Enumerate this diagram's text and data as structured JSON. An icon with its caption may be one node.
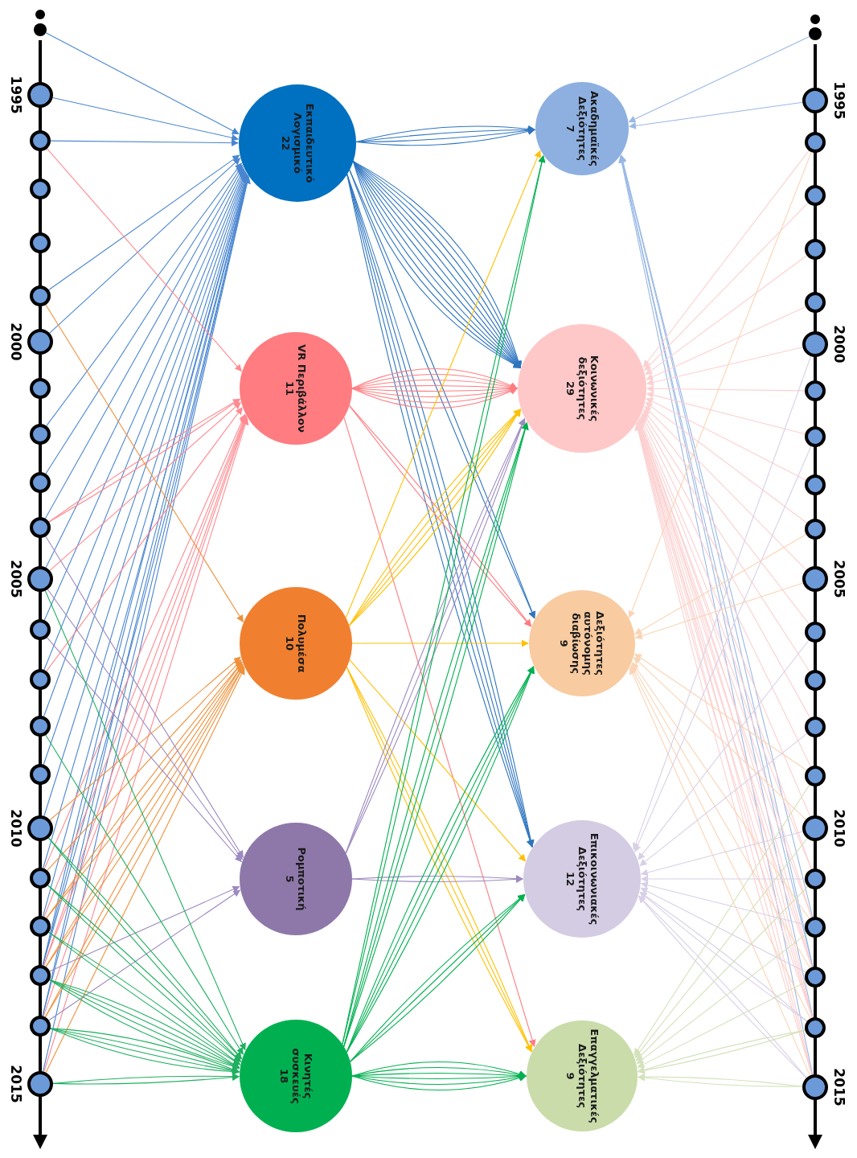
{
  "diagram": {
    "nodes": [
      {
        "text": [],
        "shape": "circle"
      },
      {
        "text": [],
        "shape": "circle",
        "beside": [
          "1995"
        ]
      },
      {
        "text": [],
        "shape": "circle"
      },
      {
        "text": [],
        "shape": "circle"
      },
      {
        "text": [],
        "shape": "circle"
      },
      {
        "text": [],
        "shape": "circle"
      },
      {
        "text": [],
        "shape": "circle",
        "beside": [
          "2000"
        ]
      },
      {
        "text": [],
        "shape": "circle"
      },
      {
        "text": [],
        "shape": "circle"
      },
      {
        "text": [],
        "shape": "circle"
      },
      {
        "text": [],
        "shape": "circle"
      },
      {
        "text": [],
        "shape": "circle",
        "beside": [
          "2005"
        ]
      },
      {
        "text": [],
        "shape": "circle"
      },
      {
        "text": [],
        "shape": "circle"
      },
      {
        "text": [],
        "shape": "circle"
      },
      {
        "text": [],
        "shape": "circle"
      },
      {
        "text": [],
        "shape": "circle",
        "beside": [
          "2010"
        ]
      },
      {
        "text": [],
        "shape": "circle"
      },
      {
        "text": [],
        "shape": "circle"
      },
      {
        "text": [],
        "shape": "circle"
      },
      {
        "text": [],
        "shape": "circle"
      },
      {
        "text": [],
        "shape": "circle",
        "beside": [
          "2015"
        ]
      },
      {
        "text": [],
        "shape": "circle"
      },
      {
        "text": [],
        "shape": "circle",
        "beside": [
          "1995"
        ]
      },
      {
        "text": [],
        "shape": "circle"
      },
      {
        "text": [],
        "shape": "circle"
      },
      {
        "text": [],
        "shape": "circle"
      },
      {
        "text": [],
        "shape": "circle"
      },
      {
        "text": [],
        "shape": "circle",
        "beside": [
          "2000"
        ]
      },
      {
        "text": [],
        "shape": "circle"
      },
      {
        "text": [],
        "shape": "circle"
      },
      {
        "text": [],
        "shape": "circle"
      },
      {
        "text": [],
        "shape": "circle"
      },
      {
        "text": [],
        "shape": "circle",
        "beside": [
          "2005"
        ]
      },
      {
        "text": [],
        "shape": "circle"
      },
      {
        "text": [],
        "shape": "circle"
      },
      {
        "text": [],
        "shape": "circle"
      },
      {
        "text": [],
        "shape": "circle"
      },
      {
        "text": [],
        "shape": "circle",
        "beside": [
          "2010"
        ]
      },
      {
        "text": [],
        "shape": "circle"
      },
      {
        "text": [],
        "shape": "circle"
      },
      {
        "text": [],
        "shape": "circle"
      },
      {
        "text": [],
        "shape": "circle"
      },
      {
        "text": [],
        "shape": "circle",
        "beside": [
          "2015"
        ]
      },
      {
        "text": [
          "Εκπαιδευτικό Λογισμικό",
          "22"
        ]
      },
      {
        "text": [
          "VR Περιβάλλον",
          "11"
        ]
      },
      {
        "text": [
          "Πολυμέσα",
          "10"
        ]
      },
      {
        "text": [
          "Ρομποτική",
          "5"
        ]
      },
      {
        "text": [
          "Κινητές συσκευές",
          "18"
        ]
      },
      {
        "text": [
          "Ακαδημαϊκές Δεξιότητες",
          "7"
        ]
      },
      {
        "text": [
          "Κοινωνικές δεξιότητες",
          "29"
        ]
      },
      {
        "text": [
          "Δεξιότητες αυτόνομης διαβίωσης",
          "9"
        ]
      },
      {
        "text": [
          "Επικοινωνιακές Δεξιότητες",
          "12"
        ]
      },
      {
        "text": [
          "Επαγγελματικές Δεξιότητες",
          "9"
        ]
      }
    ],
    "edges": [
      {
        "from": 0,
        "to": 44,
        "arrow": "to",
        "color": "#4a86d0"
      },
      {
        "from": 1,
        "to": 44,
        "arrow": "to",
        "color": "#4a86d0"
      },
      {
        "from": 2,
        "to": 44,
        "arrow": "to",
        "color": "#4a86d0"
      },
      {
        "from": 5,
        "to": 44,
        "arrow": "to",
        "color": "#4a86d0"
      },
      {
        "from": 6,
        "to": 44,
        "arrow": "to",
        "color": "#4a86d0"
      },
      {
        "from": 8,
        "to": 44,
        "arrow": "to",
        "color": "#4a86d0"
      },
      {
        "from": 9,
        "to": 44,
        "arrow": "to",
        "color": "#4a86d0"
      },
      {
        "from": 10,
        "to": 44,
        "arrow": "to",
        "color": "#4a86d0"
      },
      {
        "from": 11,
        "to": 44,
        "arrow": "to",
        "color": "#4a86d0"
      },
      {
        "from": 12,
        "to": 44,
        "arrow": "to",
        "color": "#4a86d0"
      },
      {
        "from": 13,
        "to": 44,
        "arrow": "to",
        "color": "#4a86d0"
      },
      {
        "from": 14,
        "to": 44,
        "arrow": "to",
        "color": "#4a86d0"
      },
      {
        "from": 15,
        "to": 44,
        "arrow": "to",
        "color": "#4a86d0"
      },
      {
        "from": 16,
        "to": 44,
        "arrow": "to",
        "color": "#4a86d0"
      },
      {
        "from": 17,
        "to": 44,
        "arrow": "to",
        "color": "#4a86d0"
      },
      {
        "from": 18,
        "to": 44,
        "arrow": "to",
        "color": "#4a86d0"
      },
      {
        "from": 19,
        "to": 44,
        "arrow": "to",
        "color": "#4a86d0"
      },
      {
        "from": 19,
        "to": 44,
        "arrow": "to",
        "color": "#4a86d0"
      },
      {
        "from": 19,
        "to": 44,
        "arrow": "to",
        "color": "#4a86d0"
      },
      {
        "from": 20,
        "to": 44,
        "arrow": "to",
        "color": "#4a86d0"
      },
      {
        "from": 20,
        "to": 44,
        "arrow": "to",
        "color": "#4a86d0"
      },
      {
        "from": 21,
        "to": 44,
        "arrow": "to",
        "color": "#4a86d0"
      },
      {
        "from": 2,
        "to": 45,
        "arrow": "to",
        "color": "#ff8a90"
      },
      {
        "from": 10,
        "to": 45,
        "arrow": "to",
        "color": "#ff8a90"
      },
      {
        "from": 10,
        "to": 45,
        "arrow": "to",
        "color": "#ff8a90"
      },
      {
        "from": 11,
        "to": 45,
        "arrow": "to",
        "color": "#ff8a90"
      },
      {
        "from": 13,
        "to": 45,
        "arrow": "to",
        "color": "#ff8a90"
      },
      {
        "from": 17,
        "to": 45,
        "arrow": "to",
        "color": "#ff8a90"
      },
      {
        "from": 18,
        "to": 45,
        "arrow": "to",
        "color": "#ff8a90"
      },
      {
        "from": 19,
        "to": 45,
        "arrow": "to",
        "color": "#ff8a90"
      },
      {
        "from": 19,
        "to": 45,
        "arrow": "to",
        "color": "#ff8a90"
      },
      {
        "from": 20,
        "to": 45,
        "arrow": "to",
        "color": "#ff8a90"
      },
      {
        "from": 21,
        "to": 45,
        "arrow": "to",
        "color": "#ff8a90"
      },
      {
        "from": 5,
        "to": 46,
        "arrow": "to",
        "color": "#f0903a"
      },
      {
        "from": 16,
        "to": 46,
        "arrow": "to",
        "color": "#f0903a"
      },
      {
        "from": 17,
        "to": 46,
        "arrow": "to",
        "color": "#f0903a"
      },
      {
        "from": 18,
        "to": 46,
        "arrow": "to",
        "color": "#f0903a"
      },
      {
        "from": 18,
        "to": 46,
        "arrow": "to",
        "color": "#f0903a"
      },
      {
        "from": 19,
        "to": 46,
        "arrow": "to",
        "color": "#f0903a"
      },
      {
        "from": 19,
        "to": 46,
        "arrow": "to",
        "color": "#f0903a"
      },
      {
        "from": 20,
        "to": 46,
        "arrow": "to",
        "color": "#f0903a"
      },
      {
        "from": 20,
        "to": 46,
        "arrow": "to",
        "color": "#f0903a"
      },
      {
        "from": 21,
        "to": 46,
        "arrow": "to",
        "color": "#f0903a"
      },
      {
        "from": 10,
        "to": 47,
        "arrow": "to",
        "color": "#9d8ac0"
      },
      {
        "from": 11,
        "to": 47,
        "arrow": "to",
        "color": "#9d8ac0"
      },
      {
        "from": 12,
        "to": 47,
        "arrow": "to",
        "color": "#9d8ac0"
      },
      {
        "from": 19,
        "to": 47,
        "arrow": "to",
        "color": "#9d8ac0"
      },
      {
        "from": 20,
        "to": 47,
        "arrow": "to",
        "color": "#9d8ac0"
      },
      {
        "from": 11,
        "to": 48,
        "arrow": "to",
        "color": "#1fb060"
      },
      {
        "from": 14,
        "to": 48,
        "arrow": "to",
        "color": "#1fb060"
      },
      {
        "from": 16,
        "to": 48,
        "arrow": "to",
        "color": "#1fb060"
      },
      {
        "from": 16,
        "to": 48,
        "arrow": "to",
        "color": "#1fb060"
      },
      {
        "from": 17,
        "to": 48,
        "arrow": "to",
        "color": "#1fb060"
      },
      {
        "from": 17,
        "to": 48,
        "arrow": "to",
        "color": "#1fb060"
      },
      {
        "from": 18,
        "to": 48,
        "arrow": "to",
        "color": "#1fb060"
      },
      {
        "from": 18,
        "to": 48,
        "arrow": "to",
        "color": "#1fb060"
      },
      {
        "from": 19,
        "to": 48,
        "arrow": "to",
        "color": "#1fb060"
      },
      {
        "from": 19,
        "to": 48,
        "arrow": "to",
        "color": "#1fb060"
      },
      {
        "from": 19,
        "to": 48,
        "arrow": "to",
        "color": "#1fb060"
      },
      {
        "from": 19,
        "to": 48,
        "arrow": "to",
        "color": "#1fb060"
      },
      {
        "from": 20,
        "to": 48,
        "arrow": "to",
        "color": "#1fb060"
      },
      {
        "from": 20,
        "to": 48,
        "arrow": "to",
        "color": "#1fb060"
      },
      {
        "from": 20,
        "to": 48,
        "arrow": "to",
        "color": "#1fb060"
      },
      {
        "from": 20,
        "to": 48,
        "arrow": "to",
        "color": "#1fb060"
      },
      {
        "from": 21,
        "to": 48,
        "arrow": "to",
        "color": "#1fb060"
      },
      {
        "from": 21,
        "to": 48,
        "arrow": "to",
        "color": "#1fb060"
      },
      {
        "from": 44,
        "to": 49,
        "arrow": "to",
        "color": "#2e75c0"
      },
      {
        "from": 44,
        "to": 49,
        "arrow": "to",
        "color": "#2e75c0"
      },
      {
        "from": 44,
        "to": 49,
        "arrow": "to",
        "color": "#2e75c0"
      },
      {
        "from": 44,
        "to": 49,
        "arrow": "to",
        "color": "#2e75c0"
      },
      {
        "from": 44,
        "to": 50,
        "arrow": "to",
        "color": "#2e75c0"
      },
      {
        "from": 44,
        "to": 50,
        "arrow": "to",
        "color": "#2e75c0"
      },
      {
        "from": 44,
        "to": 50,
        "arrow": "to",
        "color": "#2e75c0"
      },
      {
        "from": 44,
        "to": 50,
        "arrow": "to",
        "color": "#2e75c0"
      },
      {
        "from": 44,
        "to": 50,
        "arrow": "to",
        "color": "#2e75c0"
      },
      {
        "from": 44,
        "to": 50,
        "arrow": "to",
        "color": "#2e75c0"
      },
      {
        "from": 44,
        "to": 50,
        "arrow": "to",
        "color": "#2e75c0"
      },
      {
        "from": 44,
        "to": 50,
        "arrow": "to",
        "color": "#2e75c0"
      },
      {
        "from": 44,
        "to": 50,
        "arrow": "to",
        "color": "#2e75c0"
      },
      {
        "from": 44,
        "to": 50,
        "arrow": "to",
        "color": "#2e75c0"
      },
      {
        "from": 44,
        "to": 50,
        "arrow": "to",
        "color": "#2e75c0"
      },
      {
        "from": 44,
        "to": 51,
        "arrow": "to",
        "color": "#2e75c0"
      },
      {
        "from": 44,
        "to": 51,
        "arrow": "to",
        "color": "#2e75c0"
      },
      {
        "from": 44,
        "to": 52,
        "arrow": "to",
        "color": "#2e75c0"
      },
      {
        "from": 44,
        "to": 52,
        "arrow": "to",
        "color": "#2e75c0"
      },
      {
        "from": 44,
        "to": 52,
        "arrow": "to",
        "color": "#2e75c0"
      },
      {
        "from": 44,
        "to": 52,
        "arrow": "to",
        "color": "#2e75c0"
      },
      {
        "from": 44,
        "to": 52,
        "arrow": "to",
        "color": "#2e75c0"
      },
      {
        "from": 45,
        "to": 50,
        "arrow": "to",
        "color": "#ff7c80"
      },
      {
        "from": 45,
        "to": 50,
        "arrow": "to",
        "color": "#ff7c80"
      },
      {
        "from": 45,
        "to": 50,
        "arrow": "to",
        "color": "#ff7c80"
      },
      {
        "from": 45,
        "to": 50,
        "arrow": "to",
        "color": "#ff7c80"
      },
      {
        "from": 45,
        "to": 50,
        "arrow": "to",
        "color": "#ff7c80"
      },
      {
        "from": 45,
        "to": 50,
        "arrow": "to",
        "color": "#ff7c80"
      },
      {
        "from": 45,
        "to": 50,
        "arrow": "to",
        "color": "#ff7c80"
      },
      {
        "from": 45,
        "to": 50,
        "arrow": "to",
        "color": "#ff7c80"
      },
      {
        "from": 45,
        "to": 51,
        "arrow": "to",
        "color": "#ff7c80"
      },
      {
        "from": 45,
        "to": 51,
        "arrow": "to",
        "color": "#ff7c80"
      },
      {
        "from": 45,
        "to": 53,
        "arrow": "to",
        "color": "#ff7c80"
      },
      {
        "from": 46,
        "to": 49,
        "arrow": "to",
        "color": "#ffc000"
      },
      {
        "from": 46,
        "to": 50,
        "arrow": "to",
        "color": "#ffc000"
      },
      {
        "from": 46,
        "to": 50,
        "arrow": "to",
        "color": "#ffc000"
      },
      {
        "from": 46,
        "to": 50,
        "arrow": "to",
        "color": "#ffc000"
      },
      {
        "from": 46,
        "to": 50,
        "arrow": "to",
        "color": "#ffc000"
      },
      {
        "from": 46,
        "to": 51,
        "arrow": "to",
        "color": "#ffc000"
      },
      {
        "from": 46,
        "to": 52,
        "arrow": "to",
        "color": "#ffc000"
      },
      {
        "from": 46,
        "to": 53,
        "arrow": "to",
        "color": "#ffc000"
      },
      {
        "from": 46,
        "to": 53,
        "arrow": "to",
        "color": "#ffc000"
      },
      {
        "from": 46,
        "to": 53,
        "arrow": "to",
        "color": "#ffc000"
      },
      {
        "from": 47,
        "to": 50,
        "arrow": "to",
        "color": "#9d8ac0"
      },
      {
        "from": 47,
        "to": 50,
        "arrow": "to",
        "color": "#9d8ac0"
      },
      {
        "from": 47,
        "to": 50,
        "arrow": "to",
        "color": "#9d8ac0"
      },
      {
        "from": 47,
        "to": 52,
        "arrow": "to",
        "color": "#9d8ac0"
      },
      {
        "from": 47,
        "to": 52,
        "arrow": "to",
        "color": "#9d8ac0"
      },
      {
        "from": 48,
        "to": 49,
        "arrow": "to",
        "color": "#00b050"
      },
      {
        "from": 48,
        "to": 49,
        "arrow": "to",
        "color": "#00b050"
      },
      {
        "from": 48,
        "to": 50,
        "arrow": "to",
        "color": "#00b050"
      },
      {
        "from": 48,
        "to": 50,
        "arrow": "to",
        "color": "#00b050"
      },
      {
        "from": 48,
        "to": 50,
        "arrow": "to",
        "color": "#00b050"
      },
      {
        "from": 48,
        "to": 51,
        "arrow": "to",
        "color": "#00b050"
      },
      {
        "from": 48,
        "to": 51,
        "arrow": "to",
        "color": "#00b050"
      },
      {
        "from": 48,
        "to": 51,
        "arrow": "to",
        "color": "#00b050"
      },
      {
        "from": 48,
        "to": 51,
        "arrow": "to",
        "color": "#00b050"
      },
      {
        "from": 48,
        "to": 52,
        "arrow": "to",
        "color": "#00b050"
      },
      {
        "from": 48,
        "to": 52,
        "arrow": "to",
        "color": "#00b050"
      },
      {
        "from": 48,
        "to": 52,
        "arrow": "to",
        "color": "#00b050"
      },
      {
        "from": 48,
        "to": 53,
        "arrow": "to",
        "color": "#00b050"
      },
      {
        "from": 48,
        "to": 53,
        "arrow": "to",
        "color": "#00b050"
      },
      {
        "from": 48,
        "to": 53,
        "arrow": "to",
        "color": "#00b050"
      },
      {
        "from": 48,
        "to": 53,
        "arrow": "to",
        "color": "#00b050"
      },
      {
        "from": 48,
        "to": 53,
        "arrow": "to",
        "color": "#00b050"
      },
      {
        "from": 48,
        "to": 53,
        "arrow": "to",
        "color": "#00b050"
      },
      {
        "from": 22,
        "to": 49,
        "arrow": "to",
        "color": "#9ab8e4"
      },
      {
        "from": 23,
        "to": 49,
        "arrow": "to",
        "color": "#9ab8e4"
      },
      {
        "from": 40,
        "to": 49,
        "arrow": "to",
        "color": "#9ab8e4"
      },
      {
        "from": 41,
        "to": 49,
        "arrow": "to",
        "color": "#9ab8e4"
      },
      {
        "from": 41,
        "to": 49,
        "arrow": "to",
        "color": "#9ab8e4"
      },
      {
        "from": 42,
        "to": 49,
        "arrow": "to",
        "color": "#9ab8e4"
      },
      {
        "from": 43,
        "to": 49,
        "arrow": "to",
        "color": "#9ab8e4"
      },
      {
        "from": 24,
        "to": 50,
        "arrow": "to",
        "color": "#fcd0d0"
      },
      {
        "from": 25,
        "to": 50,
        "arrow": "to",
        "color": "#fcd0d0"
      },
      {
        "from": 26,
        "to": 50,
        "arrow": "to",
        "color": "#fcd0d0"
      },
      {
        "from": 27,
        "to": 50,
        "arrow": "to",
        "color": "#fcd0d0"
      },
      {
        "from": 28,
        "to": 50,
        "arrow": "to",
        "color": "#fcd0d0"
      },
      {
        "from": 29,
        "to": 50,
        "arrow": "to",
        "color": "#fcd0d0"
      },
      {
        "from": 30,
        "to": 50,
        "arrow": "to",
        "color": "#fcd0d0"
      },
      {
        "from": 31,
        "to": 50,
        "arrow": "to",
        "color": "#fcd0d0"
      },
      {
        "from": 32,
        "to": 50,
        "arrow": "to",
        "color": "#fcd0d0"
      },
      {
        "from": 33,
        "to": 50,
        "arrow": "to",
        "color": "#fcd0d0"
      },
      {
        "from": 34,
        "to": 50,
        "arrow": "to",
        "color": "#fcd0d0"
      },
      {
        "from": 35,
        "to": 50,
        "arrow": "to",
        "color": "#fcd0d0"
      },
      {
        "from": 36,
        "to": 50,
        "arrow": "to",
        "color": "#fcd0d0"
      },
      {
        "from": 37,
        "to": 50,
        "arrow": "to",
        "color": "#fcd0d0"
      },
      {
        "from": 38,
        "to": 50,
        "arrow": "to",
        "color": "#fcd0d0"
      },
      {
        "from": 39,
        "to": 50,
        "arrow": "to",
        "color": "#fcd0d0"
      },
      {
        "from": 39,
        "to": 50,
        "arrow": "to",
        "color": "#fcd0d0"
      },
      {
        "from": 40,
        "to": 50,
        "arrow": "to",
        "color": "#fcd0d0"
      },
      {
        "from": 40,
        "to": 50,
        "arrow": "to",
        "color": "#fcd0d0"
      },
      {
        "from": 41,
        "to": 50,
        "arrow": "to",
        "color": "#fcd0d0"
      },
      {
        "from": 41,
        "to": 50,
        "arrow": "to",
        "color": "#fcd0d0"
      },
      {
        "from": 41,
        "to": 50,
        "arrow": "to",
        "color": "#fcd0d0"
      },
      {
        "from": 42,
        "to": 50,
        "arrow": "to",
        "color": "#fcd0d0"
      },
      {
        "from": 42,
        "to": 50,
        "arrow": "to",
        "color": "#fcd0d0"
      },
      {
        "from": 42,
        "to": 50,
        "arrow": "to",
        "color": "#fcd0d0"
      },
      {
        "from": 42,
        "to": 50,
        "arrow": "to",
        "color": "#fcd0d0"
      },
      {
        "from": 43,
        "to": 50,
        "arrow": "to",
        "color": "#fcd0d0"
      },
      {
        "from": 43,
        "to": 50,
        "arrow": "to",
        "color": "#fcd0d0"
      },
      {
        "from": 43,
        "to": 50,
        "arrow": "to",
        "color": "#fcd0d0"
      },
      {
        "from": 24,
        "to": 51,
        "arrow": "to",
        "color": "#fad4b4"
      },
      {
        "from": 32,
        "to": 51,
        "arrow": "to",
        "color": "#fad4b4"
      },
      {
        "from": 33,
        "to": 51,
        "arrow": "to",
        "color": "#fad4b4"
      },
      {
        "from": 37,
        "to": 51,
        "arrow": "to",
        "color": "#fad4b4"
      },
      {
        "from": 38,
        "to": 51,
        "arrow": "to",
        "color": "#fad4b4"
      },
      {
        "from": 40,
        "to": 51,
        "arrow": "to",
        "color": "#fad4b4"
      },
      {
        "from": 41,
        "to": 51,
        "arrow": "to",
        "color": "#fad4b4"
      },
      {
        "from": 42,
        "to": 51,
        "arrow": "to",
        "color": "#fad4b4"
      },
      {
        "from": 43,
        "to": 51,
        "arrow": "to",
        "color": "#fad4b4"
      },
      {
        "from": 28,
        "to": 52,
        "arrow": "to",
        "color": "#d8d0e6"
      },
      {
        "from": 30,
        "to": 52,
        "arrow": "to",
        "color": "#d8d0e6"
      },
      {
        "from": 34,
        "to": 52,
        "arrow": "to",
        "color": "#d8d0e6"
      },
      {
        "from": 36,
        "to": 52,
        "arrow": "to",
        "color": "#d8d0e6"
      },
      {
        "from": 38,
        "to": 52,
        "arrow": "to",
        "color": "#d8d0e6"
      },
      {
        "from": 39,
        "to": 52,
        "arrow": "to",
        "color": "#d8d0e6"
      },
      {
        "from": 40,
        "to": 52,
        "arrow": "to",
        "color": "#d8d0e6"
      },
      {
        "from": 41,
        "to": 52,
        "arrow": "to",
        "color": "#d8d0e6"
      },
      {
        "from": 42,
        "to": 52,
        "arrow": "to",
        "color": "#d8d0e6"
      },
      {
        "from": 42,
        "to": 52,
        "arrow": "to",
        "color": "#d8d0e6"
      },
      {
        "from": 43,
        "to": 52,
        "arrow": "to",
        "color": "#d8d0e6"
      },
      {
        "from": 43,
        "to": 52,
        "arrow": "to",
        "color": "#d8d0e6"
      },
      {
        "from": 37,
        "to": 53,
        "arrow": "to",
        "color": "#d4e2bc"
      },
      {
        "from": 38,
        "to": 53,
        "arrow": "to",
        "color": "#d4e2bc"
      },
      {
        "from": 39,
        "to": 53,
        "arrow": "to",
        "color": "#d4e2bc"
      },
      {
        "from": 40,
        "to": 53,
        "arrow": "to",
        "color": "#d4e2bc"
      },
      {
        "from": 41,
        "to": 53,
        "arrow": "to",
        "color": "#d4e2bc"
      },
      {
        "from": 42,
        "to": 53,
        "arrow": "to",
        "color": "#d4e2bc"
      },
      {
        "from": 42,
        "to": 53,
        "arrow": "to",
        "color": "#d4e2bc"
      },
      {
        "from": 43,
        "to": 53,
        "arrow": "to",
        "color": "#d4e2bc"
      },
      {
        "from": 43,
        "to": 53,
        "arrow": "to",
        "color": "#d4e2bc"
      }
    ]
  }
}
